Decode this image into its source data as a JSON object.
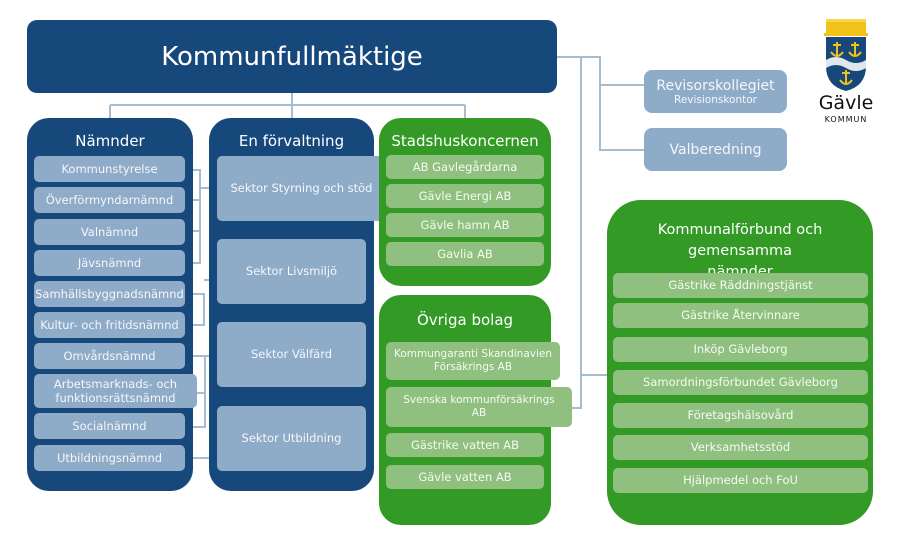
{
  "top": {
    "title": "Kommunfullmäktige"
  },
  "namnder": {
    "title": "Nämnder",
    "items": [
      "Kommunstyrelse",
      "Överförmyndarnämnd",
      "Valnämnd",
      "Jävsnämnd",
      "Samhällsbyggnadsnämnd",
      "Kultur- och fritidsnämnd",
      "Omvårdsnämnd",
      "Arbetsmarknads- och funktionsrättsnämnd",
      "Socialnämnd",
      "Utbildningsnämnd"
    ]
  },
  "forvaltning": {
    "title": "En förvaltning",
    "items": [
      "Sektor Styrning och stöd",
      "Sektor Livsmiljö",
      "Sektor Välfärd",
      "Sektor Utbildning"
    ]
  },
  "stadshus": {
    "title": "Stadshuskoncernen",
    "items": [
      "AB Gavlegårdarna",
      "Gävle Energi AB",
      "Gävle hamn AB",
      "Gavlia AB"
    ]
  },
  "ovriga": {
    "title": "Övriga bolag",
    "items": [
      "Kommungaranti Skandinavien Försäkrings AB",
      "Svenska kommunförsäkrings AB",
      "Gästrike vatten AB",
      "Gävle vatten AB"
    ]
  },
  "revision": {
    "title": "Revisorskollegiet",
    "subtitle": "Revisionskontor"
  },
  "valberedning": {
    "title": "Valberedning"
  },
  "forbund": {
    "title": "Kommunalförbund och gemensamma nämnder",
    "items": [
      "Gästrike Räddningstjänst",
      "Gästrike Återvinnare",
      "Inköp Gävleborg",
      "Samordningsförbundet Gävleborg",
      "Företagshälsovård",
      "Verksamhetsstöd",
      "Hjälpmedel och FoU"
    ]
  },
  "logo": {
    "name": "Gävle",
    "sub": "KOMMUN",
    "icon": "coat-of-arms-icon"
  },
  "colors": {
    "navy": "#17487b",
    "green": "#339a26",
    "light_blue": "#8eabc8",
    "light_green": "#8fc07f",
    "connector": "#a6bccf"
  }
}
